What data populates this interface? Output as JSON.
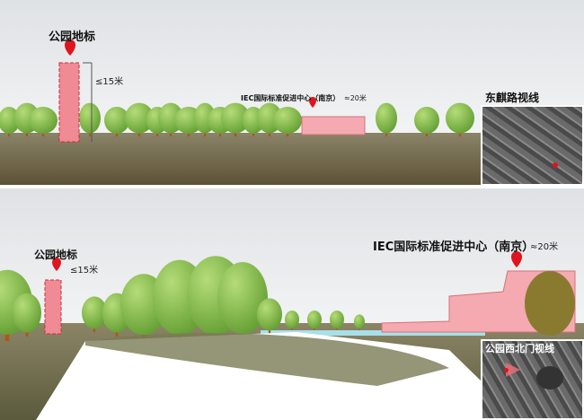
{
  "top_view": {
    "landmark_label": "公园地标",
    "landmark_height": "≤15米",
    "iec_label": "IEC国际标准促进中心（南京）",
    "iec_height": "≈20米",
    "inset_title": "东麒路视线"
  },
  "bottom_view": {
    "landmark_label": "公园地标",
    "landmark_height": "≤15米",
    "iec_label": "IEC国际标准促进中心（南京）",
    "iec_height": "≈20米",
    "inset_title": "公园西北门视线"
  },
  "colors": {
    "pin": "#e0141e",
    "building": "#f4aab0",
    "tree": "#8cc152",
    "ground": "#6b6040"
  }
}
